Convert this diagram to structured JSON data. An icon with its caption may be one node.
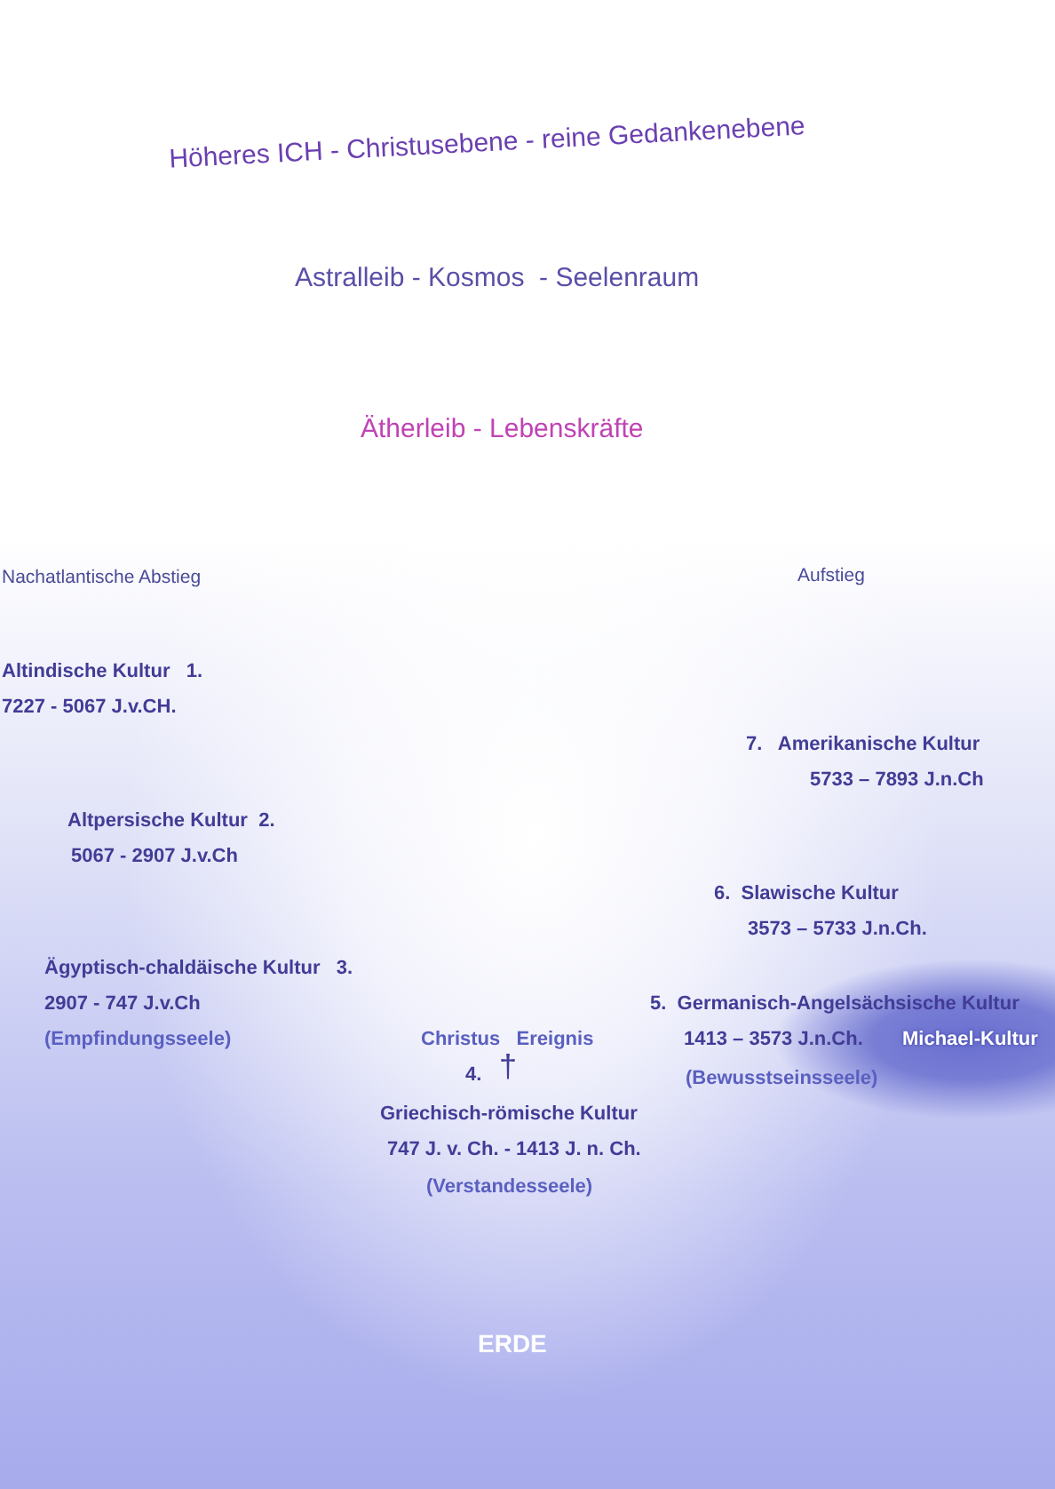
{
  "diagram": {
    "labels": [
      "Höheres ICH - Christusebene - reine Gedankenebene",
      "Astralleib - Kosmos  - Seelenraum",
      "Ätherleib - Lebenskräfte",
      "Nachatlantische Abstieg",
      "Aufstieg",
      "Altindische Kultur   1.",
      "7227 - 5067 J.v.CH.",
      "7.   Amerikanische Kultur",
      "5733 – 7893 J.n.Ch",
      "Altpersische Kultur  2.",
      "5067 - 2907 J.v.Ch",
      "6.  Slawische Kultur",
      "3573 – 5733 J.n.Ch.",
      "Ägyptisch-chaldäische Kultur   3.",
      "2907 - 747 J.v.Ch",
      "5.  Germanisch-Angelsächsische Kultur",
      "(Empfindungsseele)",
      "Christus   Ereignis",
      "1413 – 3573 J.n.Ch.",
      "Michael-Kultur",
      "4.",
      "†",
      "(Bewusstseinsseele)",
      "Griechisch-römische Kultur",
      "747 J. v. Ch. - 1413 J. n. Ch.",
      "(Verstandesseele)",
      "ERDE"
    ]
  }
}
